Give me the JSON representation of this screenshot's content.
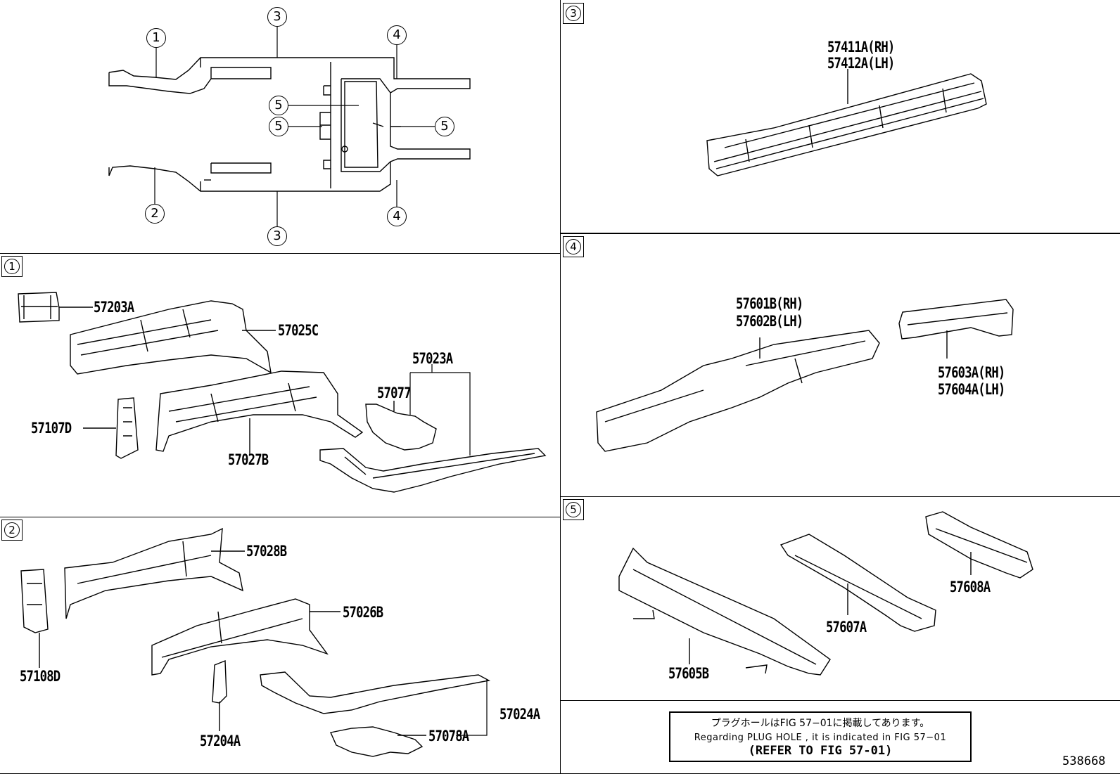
{
  "overview": {
    "circles": [
      "1",
      "3",
      "4",
      "5",
      "5",
      "5",
      "2",
      "4",
      "3"
    ]
  },
  "sections": {
    "s1": {
      "number": "1",
      "labels": [
        "57203A",
        "57025C",
        "57023A",
        "57077",
        "57107D",
        "57027B"
      ]
    },
    "s2": {
      "number": "2",
      "labels": [
        "57028B",
        "57026B",
        "57108D",
        "57024A",
        "57204A",
        "57078A"
      ]
    },
    "s3": {
      "number": "3",
      "labels": [
        "57411A(RH)",
        "57412A(LH)"
      ]
    },
    "s4": {
      "number": "4",
      "labels": [
        "57601B(RH)",
        "57602B(LH)",
        "57603A(RH)",
        "57604A(LH)"
      ]
    },
    "s5": {
      "number": "5",
      "labels": [
        "57608A",
        "57607A",
        "57605B"
      ]
    }
  },
  "note": {
    "jp": "プラグホールはFIG 57−01に掲載してあります。",
    "en": "Regarding PLUG HOLE , it is indicated in FIG 57−01",
    "ref": "(REFER TO FIG 57-01)"
  },
  "image_number": "538668"
}
